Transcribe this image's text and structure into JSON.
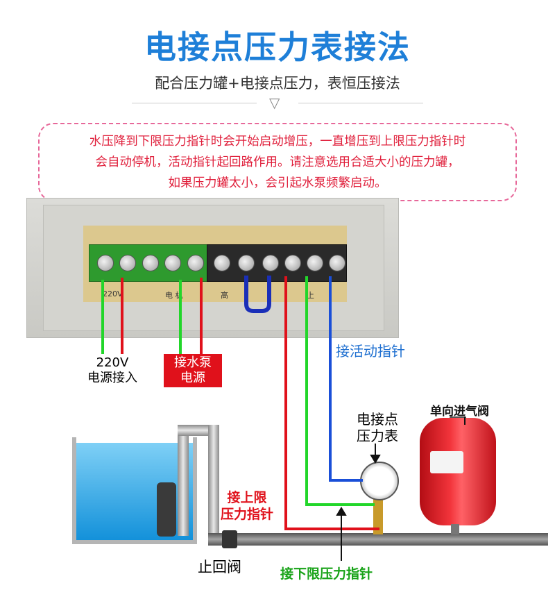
{
  "header": {
    "title": "电接点压力表接法",
    "subtitle": "配合压力罐+电接点压力，表恒压接法"
  },
  "note": {
    "line1": "水压降到下限压力指针时会开始启动增压，一直增压到上限压力指针时",
    "line2": "会自动停机，活动指针起回路作用。请注意选用合适大小的压力罐，",
    "line3": "如果压力罐太小，会引起水泵频繁启动。"
  },
  "terminal_print": {
    "voltage": "220V",
    "motor": "电 机",
    "high": "高",
    "up": "上"
  },
  "labels": {
    "power_in": "220V\n电源接入",
    "power_in_l1": "220V",
    "power_in_l2": "电源接入",
    "pump_power_l1": "接水泵",
    "pump_power_l2": "电源",
    "active_pointer": "接活动指针",
    "gauge_l1": "电接点",
    "gauge_l2": "压力表",
    "check_valve_air": "单向进气阀",
    "upper_limit_l1": "接上限",
    "upper_limit_l2": "压力指针",
    "lower_limit": "接下限压力指针",
    "check_valve": "止回阀"
  },
  "colors": {
    "title_blue": "#1e7fd8",
    "note_red": "#e0203c",
    "wire_green": "#22d62a",
    "wire_red": "#e0111b",
    "wire_blue": "#1a4fd8"
  }
}
